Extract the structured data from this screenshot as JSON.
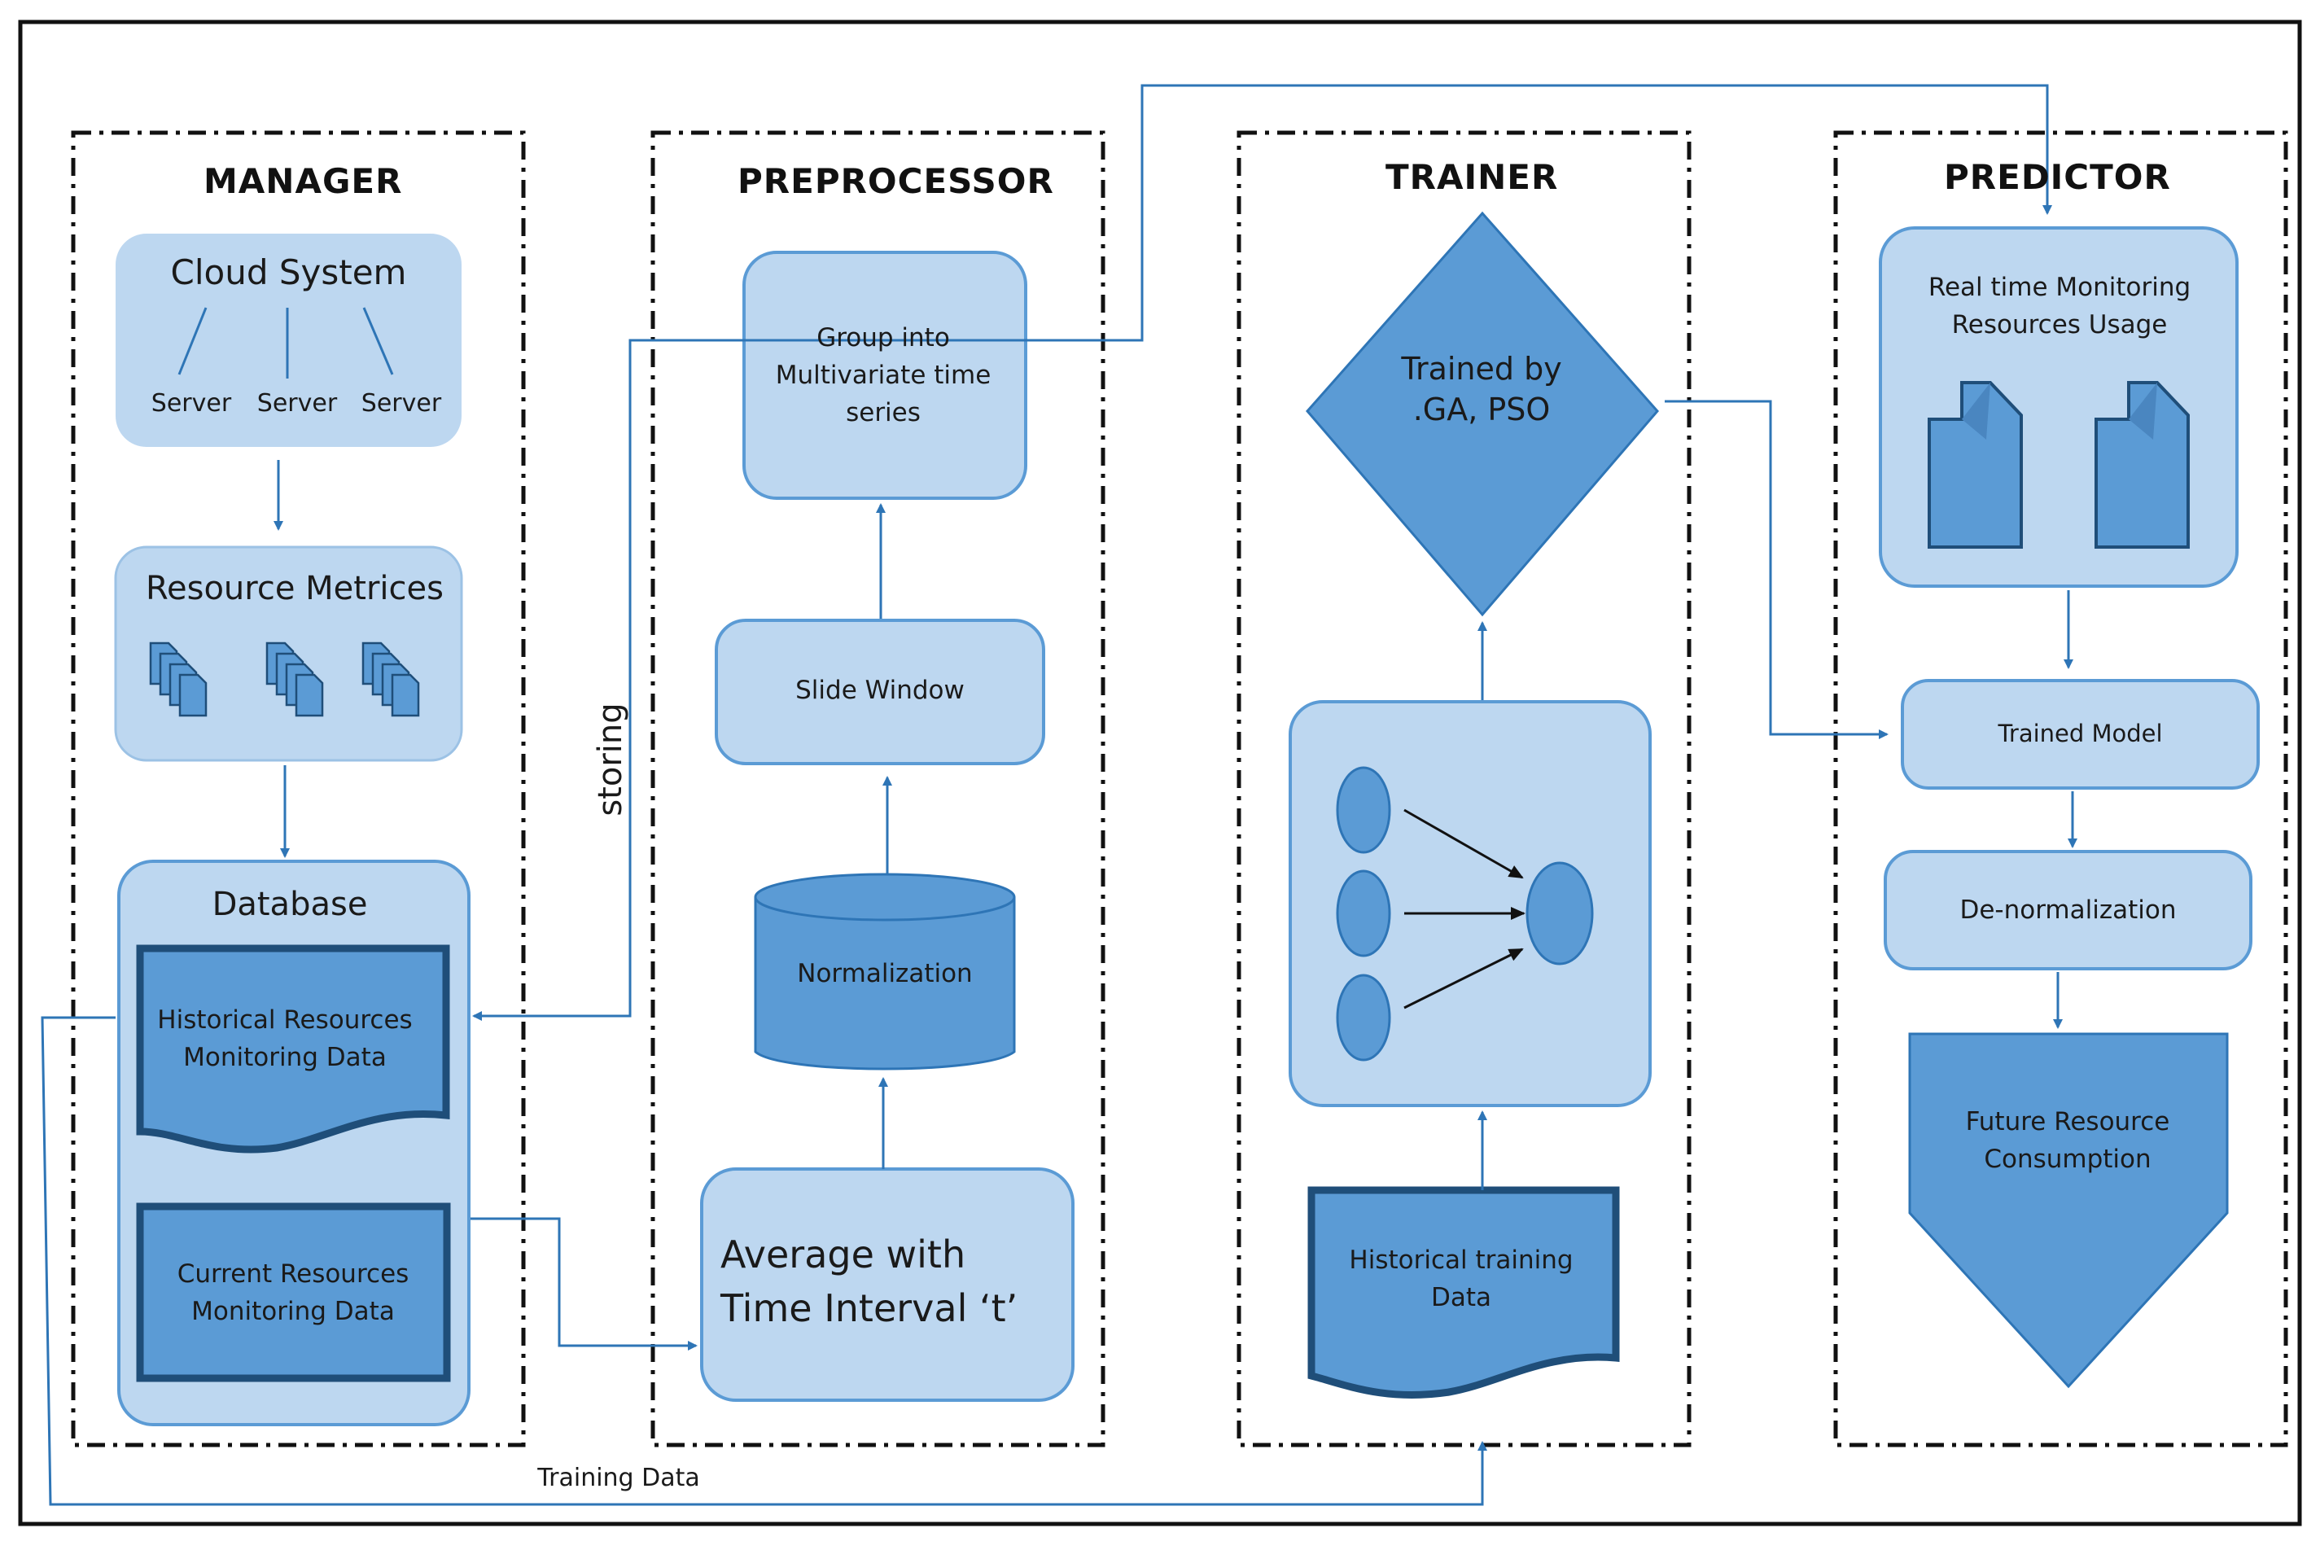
{
  "manager": {
    "title": "MANAGER",
    "cloud_system": "Cloud System",
    "servers": [
      "Server",
      "Server",
      "Server"
    ],
    "resource_metrices": "Resource Metrices",
    "database": "Database",
    "historical_data": "Historical Resources Monitoring Data",
    "current_data": "Current Resources Monitoring Data"
  },
  "preprocessor": {
    "title": "PREPROCESSOR",
    "group": "Group into Multivariate time series",
    "slide_window": "Slide Window",
    "normalization": "Normalization",
    "average": "Average with Time Interval ‘t’"
  },
  "trainer": {
    "title": "TRAINER",
    "trained_by": "Trained by .GA, PSO",
    "historical_training": "Historical training Data"
  },
  "predictor": {
    "title": "PREDICTOR",
    "realtime": "Real time Monitoring Resources Usage",
    "trained_model": "Trained Model",
    "denormalization": "De-normalization",
    "future": "Future Resource Consumption"
  },
  "edges": {
    "storing": "storing",
    "training_data": "Training Data"
  },
  "colors": {
    "light_fill": "#bdd7f0",
    "mid_fill": "#5b9bd5",
    "dark_border": "#1f4e79",
    "arrow": "#2e75b6"
  }
}
